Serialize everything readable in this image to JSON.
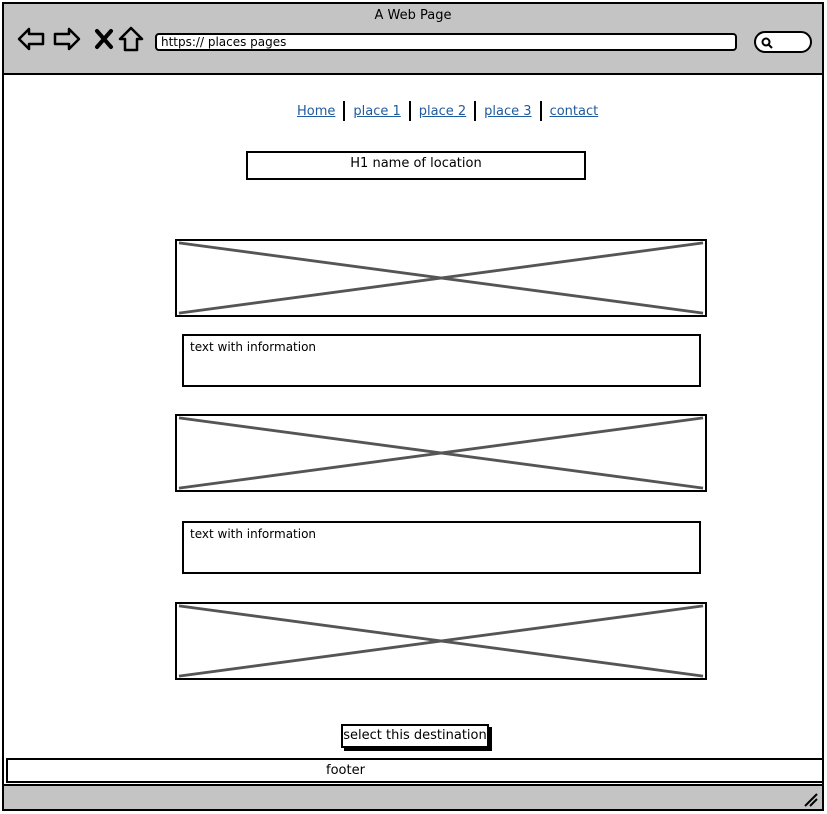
{
  "window": {
    "title": "A Web Page"
  },
  "toolbar": {
    "back_icon": "back-arrow-icon",
    "forward_icon": "forward-arrow-icon",
    "stop_icon": "close-x-icon",
    "home_icon": "home-icon",
    "url": "https:// places pages",
    "search_icon": "search-icon"
  },
  "nav": {
    "items": [
      {
        "label": "Home"
      },
      {
        "label": "place 1"
      },
      {
        "label": "place 2"
      },
      {
        "label": "place 3"
      },
      {
        "label": "contact"
      }
    ],
    "link_color": "#1f5b9e"
  },
  "main": {
    "heading": "H1 name of location",
    "text_blocks": [
      {
        "text": "text with information"
      },
      {
        "text": "text with information"
      }
    ],
    "select_button": "select this destination"
  },
  "footer": {
    "label": "footer"
  },
  "colors": {
    "chrome": "#c4c4c4",
    "placeholder_lines": "#555555"
  }
}
